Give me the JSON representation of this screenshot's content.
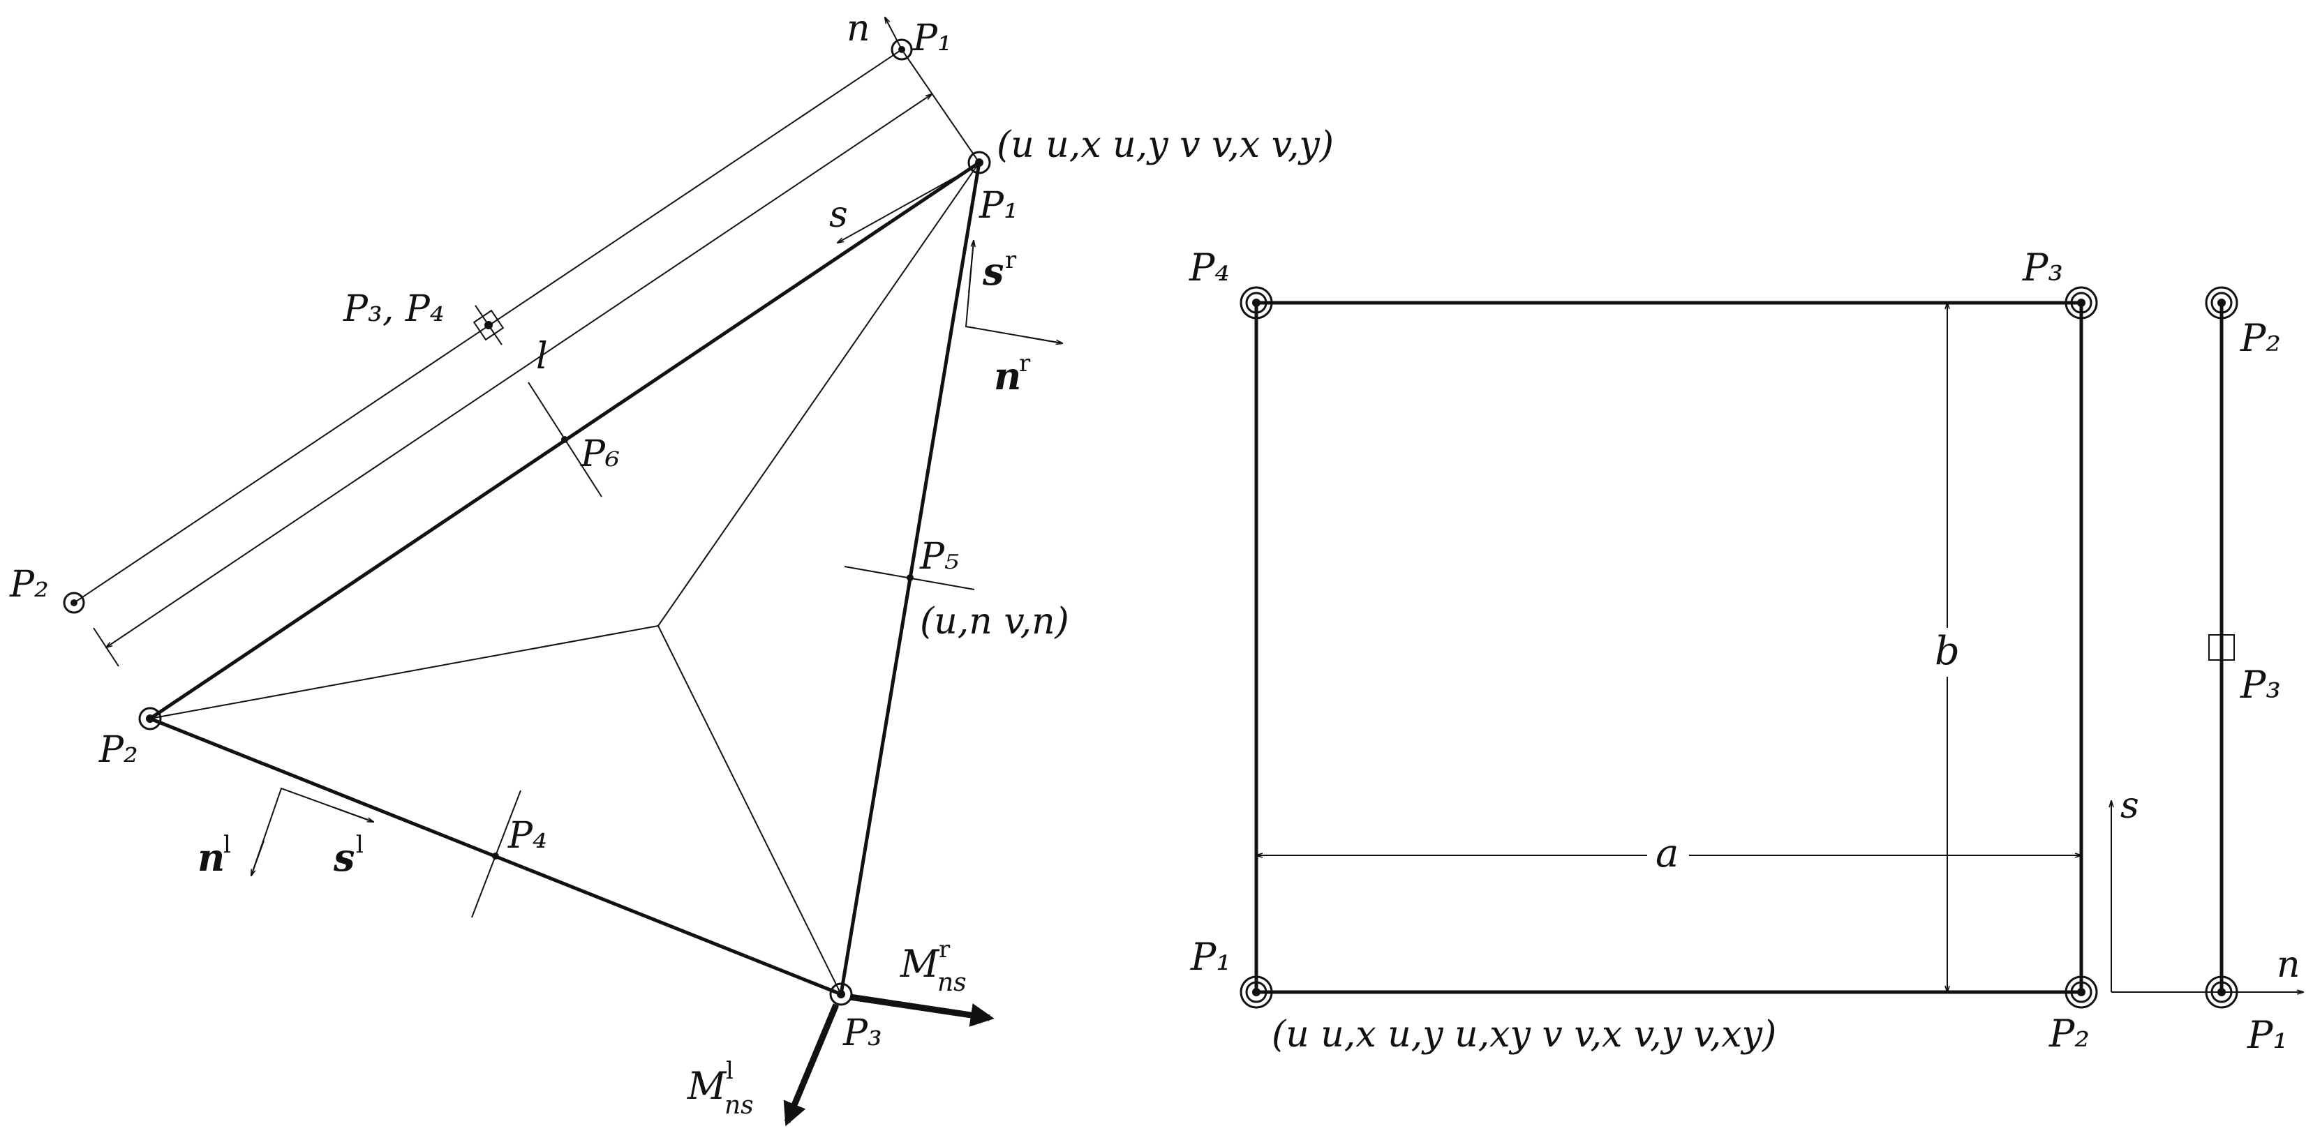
{
  "triangle": {
    "n_axis": "n",
    "P1_top": "P₁",
    "P1": "P₁",
    "P2_far": "P₂",
    "P2": "P₂",
    "P3": "P₃",
    "P4": "P₄",
    "P5": "P₅",
    "P6": "P₆",
    "P3P4": "P₃, P₄",
    "l": "l",
    "s": "s",
    "s_r": "s",
    "s_r_sup": "r",
    "n_r": "n",
    "n_r_sup": "r",
    "n_l": "n",
    "n_l_sup": "l",
    "s_l": "s",
    "s_l_sup": "l",
    "M_r": "M",
    "M_r_sup": "r",
    "M_r_sub": "ns",
    "M_l": "M",
    "M_l_sup": "l",
    "M_l_sub": "ns",
    "dof_corner": "(u u,x u,y v v,x v,y)",
    "dof_mid": "(u,n v,n)"
  },
  "rectangle": {
    "P1": "P₁",
    "P2": "P₂",
    "P3": "P₃",
    "P4": "P₄",
    "a": "a",
    "b": "b",
    "dof": "(u u,x u,y u,xy v v,x v,y v,xy)"
  },
  "edge": {
    "P1": "P₁",
    "P2": "P₂",
    "P3": "P₃",
    "s": "s",
    "n": "n"
  }
}
